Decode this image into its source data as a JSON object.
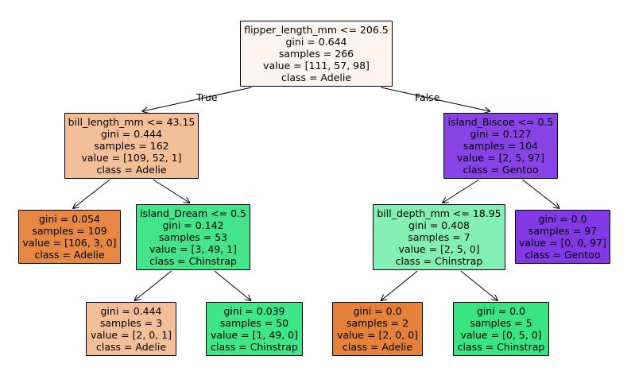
{
  "tree": {
    "nodes": [
      {
        "id": "n0",
        "fill": "#fdf4ee",
        "lines": [
          "flipper_length_mm <= 206.5",
          "gini = 0.644",
          "samples = 266",
          "value = [111, 57, 98]",
          "class = Adelie"
        ]
      },
      {
        "id": "n1",
        "fill": "#f3bf98",
        "lines": [
          "bill_length_mm <= 43.15",
          "gini = 0.444",
          "samples = 162",
          "value = [109, 52, 1]",
          "class = Adelie"
        ]
      },
      {
        "id": "n2",
        "fill": "#8743e6",
        "lines": [
          "island_Biscoe <= 0.5",
          "gini = 0.127",
          "samples = 104",
          "value = [2, 5, 97]",
          "class = Gentoo"
        ]
      },
      {
        "id": "n3",
        "fill": "#e68843",
        "lines": [
          "gini = 0.054",
          "samples = 109",
          "value = [106, 3, 0]",
          "class = Adelie"
        ]
      },
      {
        "id": "n4",
        "fill": "#44e48b",
        "lines": [
          "island_Dream <= 0.5",
          "gini = 0.142",
          "samples = 53",
          "value = [3, 49, 1]",
          "class = Chinstrap"
        ]
      },
      {
        "id": "n5",
        "fill": "#84efb3",
        "lines": [
          "bill_depth_mm <= 18.95",
          "gini = 0.408",
          "samples = 7",
          "value = [2, 5, 0]",
          "class = Chinstrap"
        ]
      },
      {
        "id": "n6",
        "fill": "#8139e5",
        "lines": [
          "gini = 0.0",
          "samples = 97",
          "value = [0, 0, 97]",
          "class = Gentoo"
        ]
      },
      {
        "id": "n7",
        "fill": "#f3bf98",
        "lines": [
          "gini = 0.444",
          "samples = 3",
          "value = [2, 0, 1]",
          "class = Adelie"
        ]
      },
      {
        "id": "n8",
        "fill": "#3ee685",
        "lines": [
          "gini = 0.039",
          "samples = 50",
          "value = [1, 49, 0]",
          "class = Chinstrap"
        ]
      },
      {
        "id": "n9",
        "fill": "#e58139",
        "lines": [
          "gini = 0.0",
          "samples = 2",
          "value = [2, 0, 0]",
          "class = Adelie"
        ]
      },
      {
        "id": "n10",
        "fill": "#39e581",
        "lines": [
          "gini = 0.0",
          "samples = 5",
          "value = [0, 5, 0]",
          "class = Chinstrap"
        ]
      }
    ],
    "edges": [
      {
        "from": "n0",
        "to": "n1",
        "label": "True"
      },
      {
        "from": "n0",
        "to": "n2",
        "label": "False"
      },
      {
        "from": "n1",
        "to": "n3"
      },
      {
        "from": "n1",
        "to": "n4"
      },
      {
        "from": "n2",
        "to": "n5"
      },
      {
        "from": "n2",
        "to": "n6"
      },
      {
        "from": "n4",
        "to": "n7"
      },
      {
        "from": "n4",
        "to": "n8"
      },
      {
        "from": "n5",
        "to": "n9"
      },
      {
        "from": "n5",
        "to": "n10"
      }
    ]
  }
}
